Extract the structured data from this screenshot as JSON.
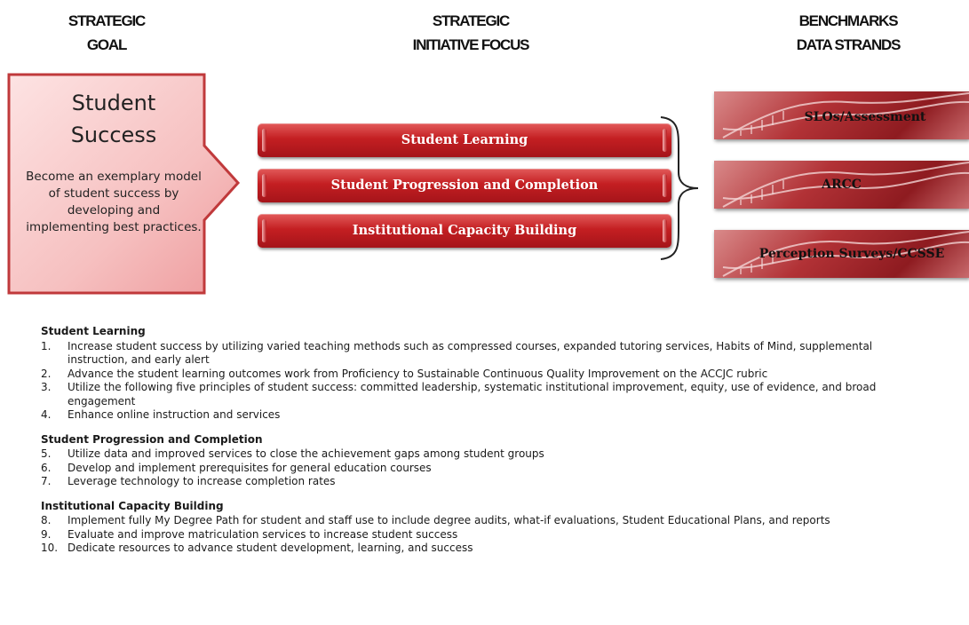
{
  "headers": {
    "goal": [
      "STRATEGIC",
      "GOAL"
    ],
    "focus": [
      "STRATEGIC",
      "INITIATIVE FOCUS"
    ],
    "benchmarks": [
      "BENCHMARKS",
      "DATA STRANDS"
    ]
  },
  "goal": {
    "title": [
      "Student",
      "Success"
    ],
    "description": "Become an exemplary model of student success by developing and implementing best practices."
  },
  "initiatives": [
    "Student Learning",
    "Student Progression and Completion",
    "Institutional Capacity Building"
  ],
  "benchmarks": [
    "SLOs/Assessment",
    "ARCC",
    "Perception Surveys/CCSSE"
  ],
  "colors": {
    "bar_red": "#c41f22",
    "goal_fill": "#f7c6c6",
    "goal_border": "#c0393b"
  },
  "sections": [
    {
      "title": "Student Learning",
      "items": [
        {
          "num": "1.",
          "text": "Increase student success by utilizing varied teaching methods such as compressed courses, expanded tutoring services, Habits of Mind, supplemental instruction, and early alert"
        },
        {
          "num": "2.",
          "text": "Advance the student learning outcomes work from Proficiency to Sustainable Continuous Quality Improvement on the ACCJC rubric"
        },
        {
          "num": "3.",
          "text": "Utilize the following five principles of student success: committed leadership, systematic institutional improvement, equity, use of evidence, and broad engagement"
        },
        {
          "num": "4.",
          "text": "Enhance online instruction and services"
        }
      ]
    },
    {
      "title": "Student Progression and Completion",
      "items": [
        {
          "num": "5.",
          "text": "Utilize data and improved services to close the achievement gaps among student groups"
        },
        {
          "num": "6.",
          "text": "Develop and implement prerequisites for general education courses"
        },
        {
          "num": "7.",
          "text": "Leverage technology to increase completion rates"
        }
      ]
    },
    {
      "title": "Institutional Capacity Building",
      "items": [
        {
          "num": "8.",
          "text": "Implement fully My Degree Path for student and staff use to include degree audits, what-if evaluations, Student Educational Plans, and reports"
        },
        {
          "num": "9.",
          "text": "Evaluate and improve matriculation services to increase student success"
        },
        {
          "num": "10.",
          "text": "Dedicate resources to advance student development, learning, and success"
        }
      ]
    }
  ]
}
